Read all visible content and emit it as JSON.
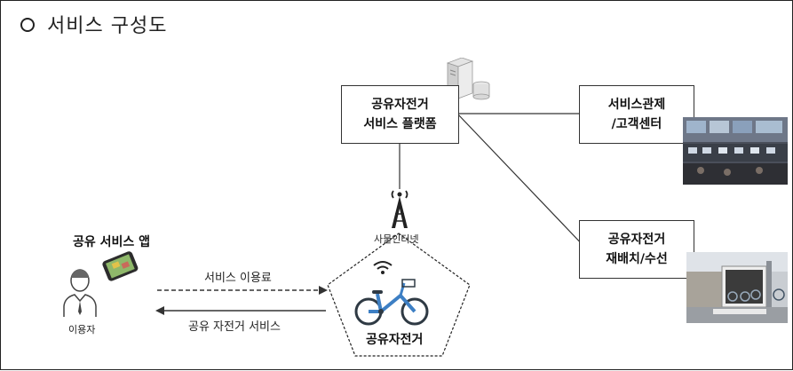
{
  "title": "서비스 구성도",
  "nodes": {
    "platform": {
      "line1": "공유자전거",
      "line2": "서비스 플랫폼"
    },
    "control": {
      "line1": "서비스관제",
      "line2": "/고객센터"
    },
    "relocation": {
      "line1": "공유자전거",
      "line2": "재배치/수선"
    }
  },
  "iot_label": "사물인터넷",
  "bike_label": "공유자전거",
  "app_label": "공유 서비스 앱",
  "user_label": "이용자",
  "arrows": {
    "to_bike": "서비스 이용료",
    "to_user": "공유 자전거 서비스"
  },
  "colors": {
    "bike_blue": "#3d7fc4",
    "line": "#333333"
  }
}
